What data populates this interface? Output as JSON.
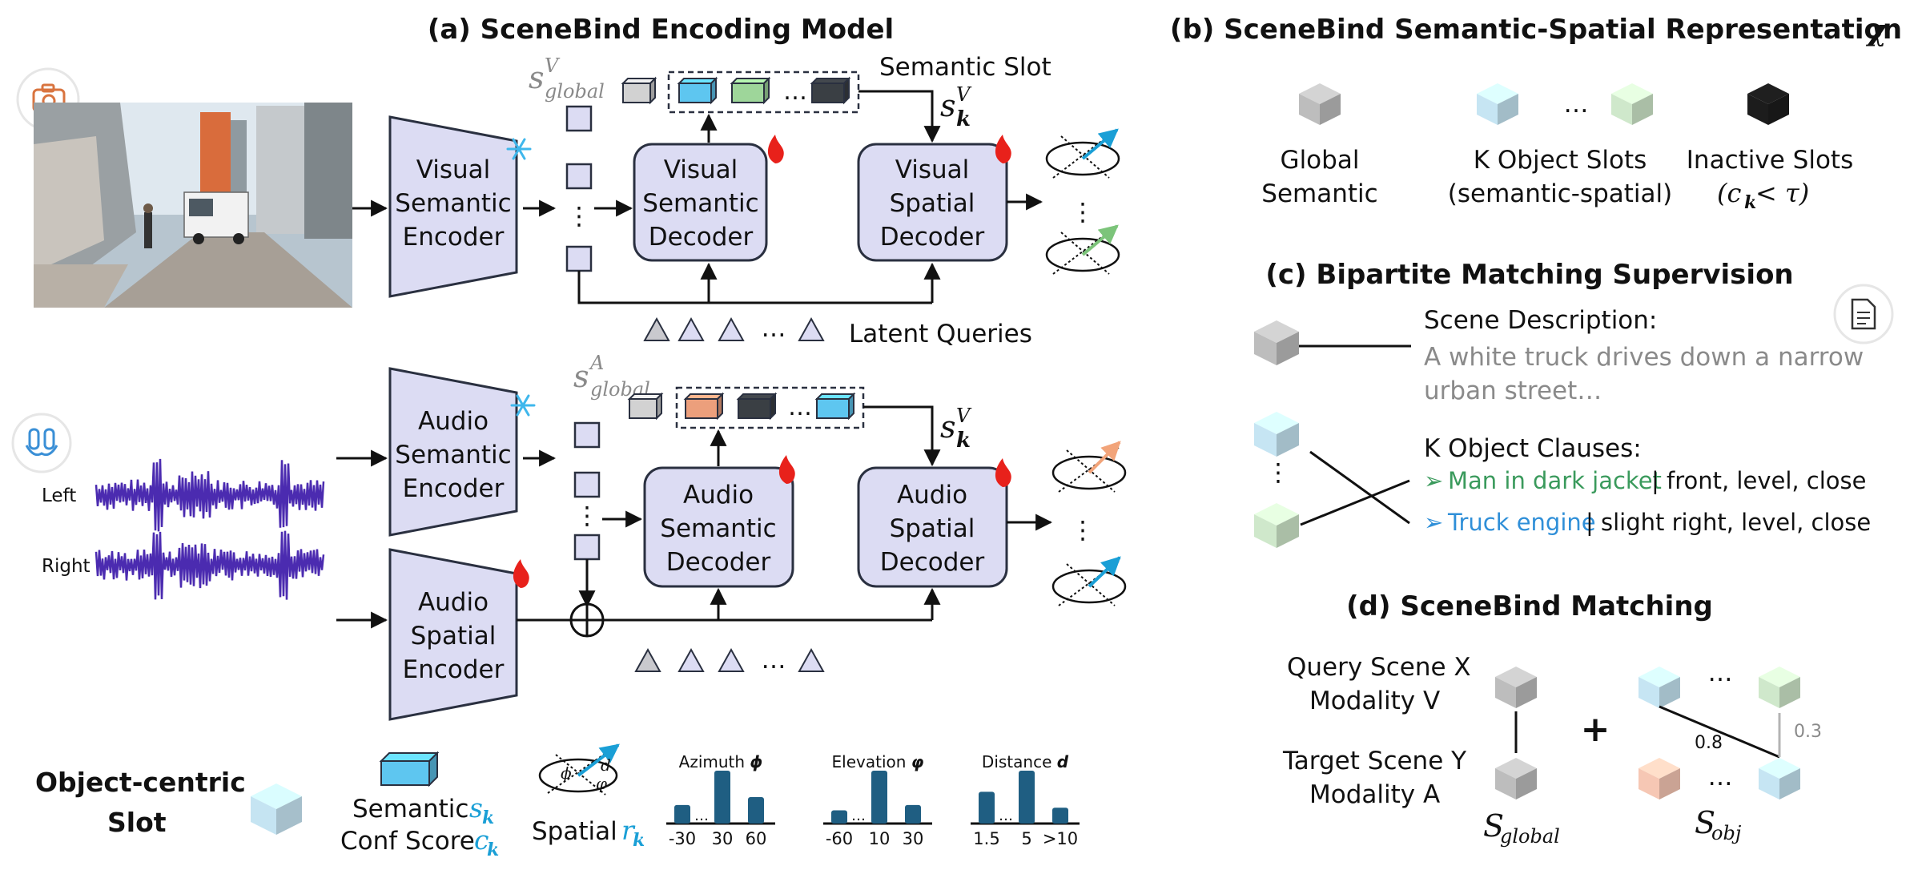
{
  "panel_a": {
    "title": "(a) SceneBind Encoding Model",
    "visual_encoder": [
      "Visual",
      "Semantic",
      "Encoder"
    ],
    "visual_sem_decoder": [
      "Visual",
      "Semantic",
      "Decoder"
    ],
    "visual_spa_decoder": [
      "Visual",
      "Spatial",
      "Decoder"
    ],
    "audio_sem_encoder": [
      "Audio",
      "Semantic",
      "Encoder"
    ],
    "audio_spa_encoder": [
      "Audio",
      "Spatial",
      "Encoder"
    ],
    "audio_sem_decoder": [
      "Audio",
      "Semantic",
      "Decoder"
    ],
    "audio_spa_decoder": [
      "Audio",
      "Spatial",
      "Decoder"
    ],
    "semantic_slot_label": "Semantic Slot",
    "latent_queries_label": "Latent Queries",
    "s_global_v": "s",
    "s_global_v_sub": "global",
    "s_global_v_sup": "V",
    "s_global_a_sup": "A",
    "s_k": "s",
    "s_k_sub": "k",
    "s_k_sup_top": "V",
    "s_k_sup_bottom": "V",
    "ellipsis": "…",
    "vdots": "⋮",
    "left_label": "Left",
    "right_label": "Right"
  },
  "legend": {
    "slot_title": [
      "Object-centric",
      "Slot"
    ],
    "semantic_label": "Semantic",
    "semantic_sym": "s",
    "semantic_sub": "k",
    "conf_label": "Conf Score",
    "conf_sym": "c",
    "conf_sub": "k",
    "spatial_label": "Spatial",
    "spatial_sym": "r",
    "spatial_sub": "k",
    "ellipse_marks": [
      "ϕ",
      "d",
      "φ"
    ],
    "histograms": [
      {
        "title": "Azimuth",
        "sym": "ϕ",
        "ticks": [
          "-30",
          "30",
          "60"
        ],
        "values": [
          0.35,
          1.0,
          0.5
        ]
      },
      {
        "title": "Elevation",
        "sym": "φ",
        "ticks": [
          "-60",
          "10",
          "30"
        ],
        "values": [
          0.25,
          1.0,
          0.35
        ]
      },
      {
        "title": "Distance",
        "sym": "d",
        "ticks": [
          "1.5",
          "5",
          ">10"
        ],
        "values": [
          0.6,
          1.0,
          0.3
        ]
      }
    ]
  },
  "panel_b": {
    "title": "(b) SceneBind Semantic-Spatial Representation",
    "title_sym": "χ",
    "global": [
      "Global",
      "Semantic"
    ],
    "objects": [
      "K Object Slots",
      "(semantic-spatial)"
    ],
    "inactive": "Inactive Slots",
    "inactive_cond": "(c",
    "inactive_cond_sub": "k",
    "inactive_cond_rest": " < τ)",
    "ellipsis": "…"
  },
  "panel_c": {
    "title": "(c) Bipartite Matching Supervision",
    "scene_desc_label": "Scene Description:",
    "scene_desc": [
      "A white truck drives down a narrow",
      "urban street…"
    ],
    "clauses_label": "K Object Clauses:",
    "clause1_obj": "Man in dark jacket",
    "clause1_attr": " | front, level, close",
    "clause2_obj": "Truck engine",
    "clause2_attr": " | slight right, level, close",
    "bullet": "➢",
    "vdots": "⋮"
  },
  "panel_d": {
    "title": "(d) SceneBind Matching",
    "query": [
      "Query Scene X",
      "Modality V"
    ],
    "target": [
      "Target Scene Y",
      "Modality A"
    ],
    "plus": "+",
    "weight_strong": "0.8",
    "weight_weak": "0.3",
    "s_global": "S",
    "s_global_sub": "global",
    "s_obj": "S",
    "s_obj_sub": "obj",
    "ellipsis": "…"
  },
  "colors": {
    "module_fill": "#dcdcf3",
    "module_stroke": "#2a3040",
    "slot_cyan": "#5ec6f0",
    "slot_green": "#9ed69a",
    "slot_gray": "#d2d2d2",
    "slot_dark": "#3a3f44",
    "slot_salmon": "#ec9f7c",
    "hist_bar": "#1f5e82",
    "wave": "#4b2bb0",
    "arrow_blue": "#1a9fd6",
    "arrow_green": "#7cc47a",
    "arrow_orange": "#f2a47a"
  }
}
